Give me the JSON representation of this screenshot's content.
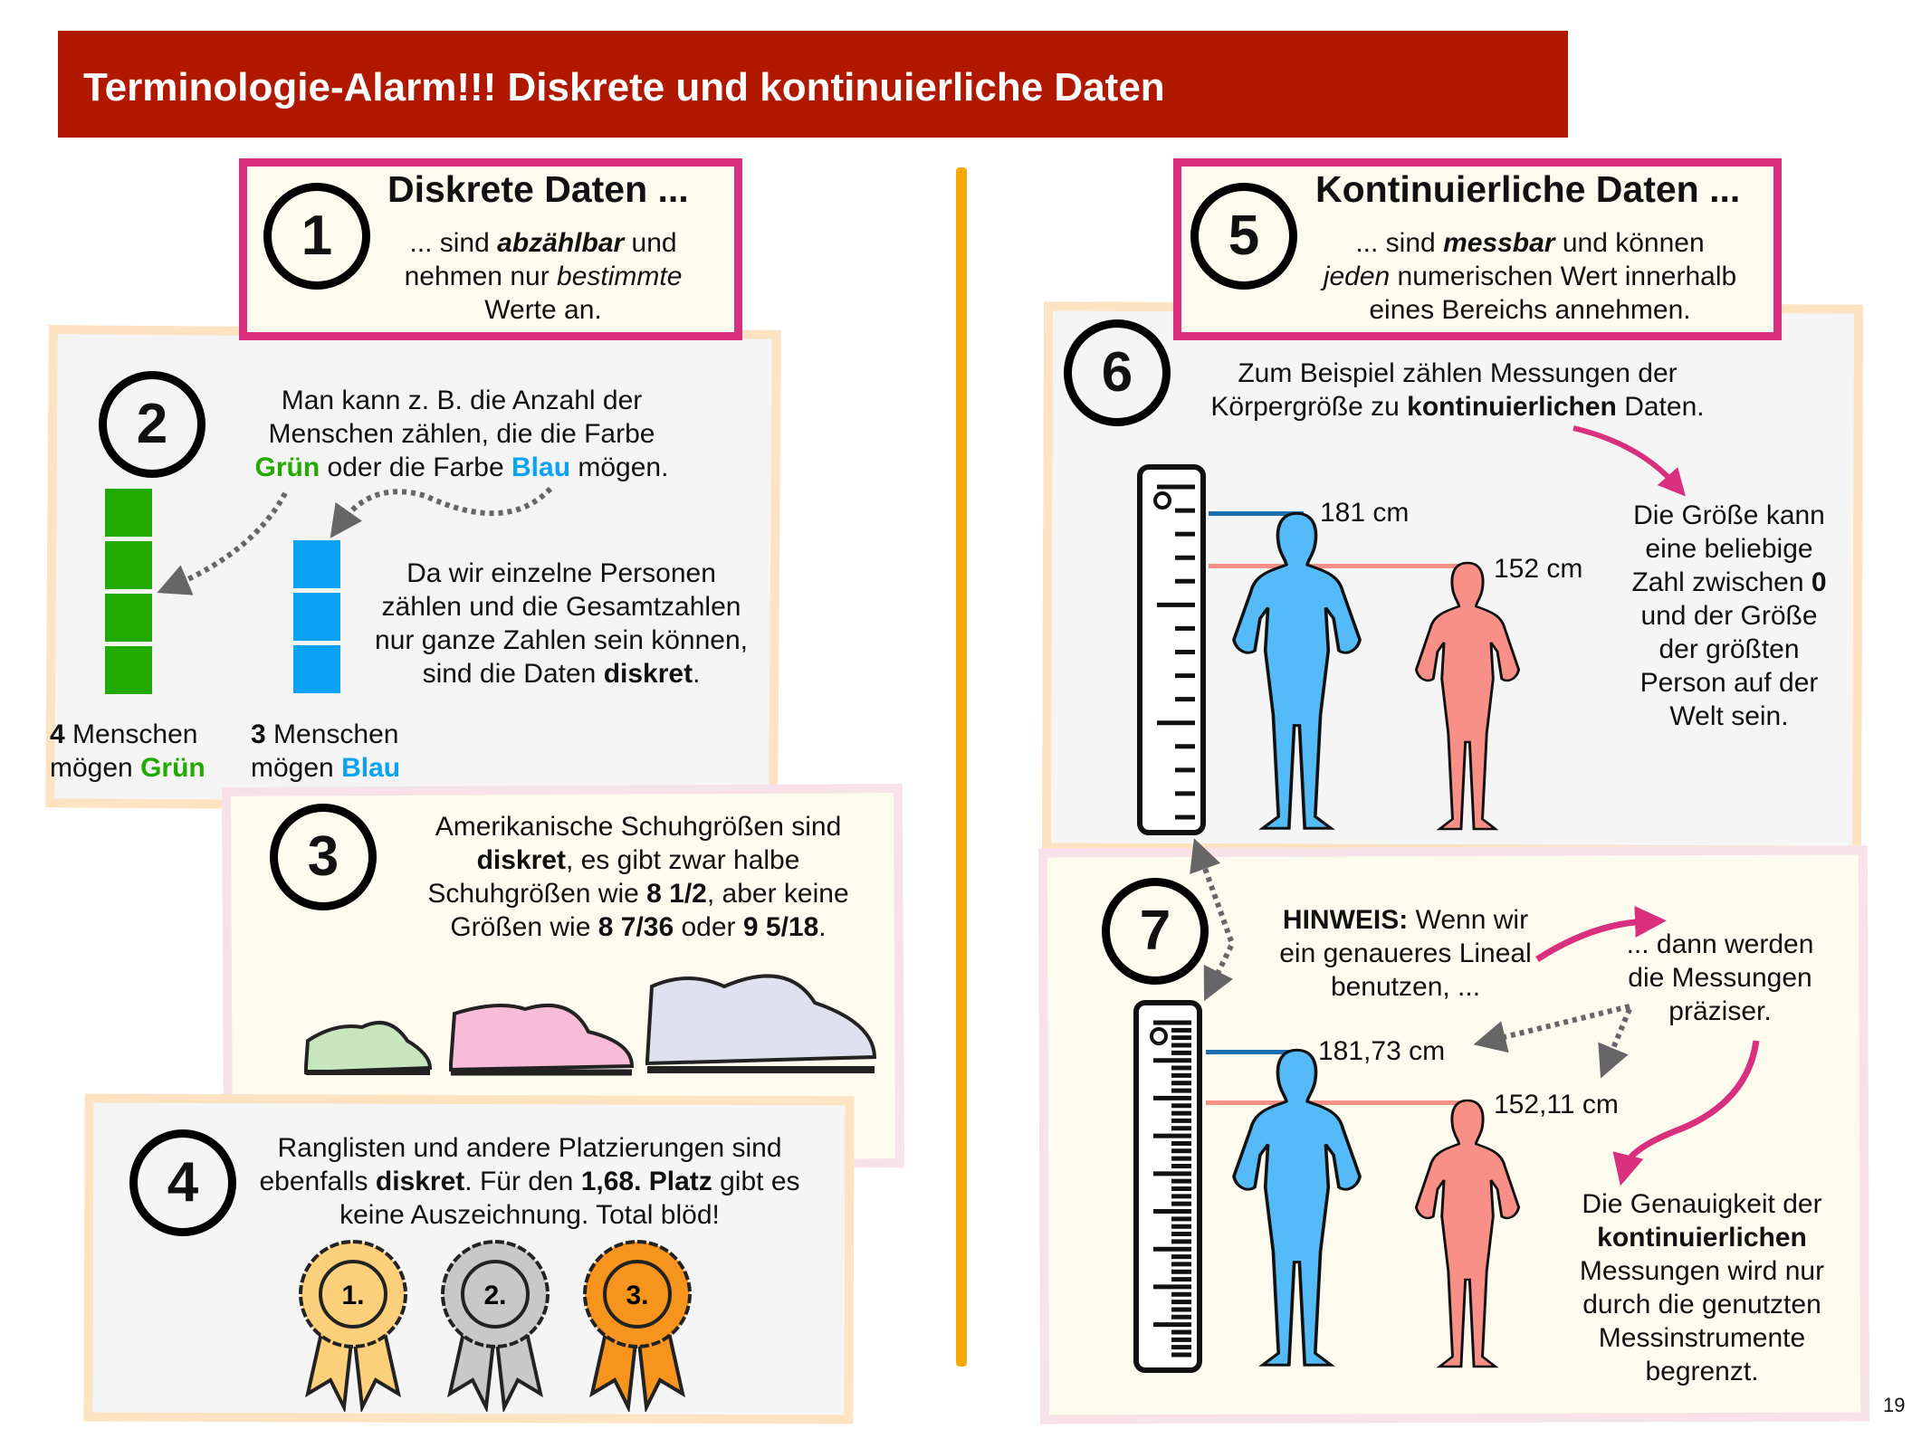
{
  "title": "Terminologie-Alarm!!! Diskrete und kontinuierliche Daten",
  "page_number": "19",
  "colors": {
    "title_bg": "#b01800",
    "green": "#22aa00",
    "blue": "#0aa2f5",
    "magenta": "#d8307e",
    "divider": "#f5a800",
    "woman": "#55bbf8",
    "man": "#f89088"
  },
  "box1": {
    "num": "1",
    "heading": "Diskrete Daten ...",
    "t": [
      "... sind ",
      "abzählbar",
      " und",
      "nehmen nur ",
      "bestimmte",
      "Werte an."
    ]
  },
  "box2": {
    "num": "2",
    "t": [
      "Man kann z. B. die Anzahl der",
      "Menschen zählen, die die Farbe",
      "Grün",
      " oder die Farbe ",
      "Blau",
      " mögen."
    ],
    "t2": [
      "Da wir einzelne Personen",
      "zählen und die Gesamtzahlen",
      "nur ganze Zahlen sein können,",
      "sind die Daten ",
      "diskret",
      "."
    ],
    "green": {
      "count": "4",
      "l1": " Menschen",
      "l2": "mögen ",
      "color": "Grün"
    },
    "blue": {
      "count": "3",
      "l1": " Menschen",
      "l2": "mögen ",
      "color": "Blau"
    }
  },
  "box3": {
    "num": "3",
    "t": [
      "Amerikanische Schuhgrößen sind",
      "diskret",
      ", es gibt zwar halbe",
      "Schuhgrößen wie ",
      "8 1/2",
      ", aber keine",
      "Größen wie ",
      "8 7/36",
      " oder ",
      "9 5/18",
      "."
    ]
  },
  "box4": {
    "num": "4",
    "t": [
      "Ranglisten und andere Platzierungen sind",
      "ebenfalls ",
      "diskret",
      ". Für den ",
      "1,68. Platz",
      " gibt es",
      "keine Auszeichnung. Total blöd!"
    ],
    "medals": [
      "1.",
      "2.",
      "3."
    ]
  },
  "box5": {
    "num": "5",
    "heading": "Kontinuierliche Daten ...",
    "t": [
      "... sind ",
      "messbar",
      " und können",
      "jeden",
      " numerischen Wert innerhalb",
      "eines Bereichs annehmen."
    ]
  },
  "box6": {
    "num": "6",
    "t": [
      "Zum Beispiel zählen Messungen der",
      "Körpergröße zu ",
      "kontinuierlichen",
      " Daten."
    ],
    "h1": "181 cm",
    "h2": "152 cm",
    "side": [
      "Die Größe kann",
      "eine beliebige",
      "Zahl zwischen ",
      "0",
      "und der Größe",
      "der größten",
      "Person auf der",
      "Welt sein."
    ]
  },
  "box7": {
    "num": "7",
    "t": [
      "HINWEIS:",
      " Wenn wir",
      "ein genaueres Lineal",
      "benutzen, ..."
    ],
    "t2": [
      "... dann werden",
      "die Messungen",
      "präziser."
    ],
    "h1": "181,73 cm",
    "h2": "152,11 cm",
    "t3": [
      "Die Genauigkeit der",
      "kontinuierlichen",
      "Messungen wird nur",
      "durch die genutzten",
      "Messinstrumente",
      "begrenzt."
    ]
  }
}
